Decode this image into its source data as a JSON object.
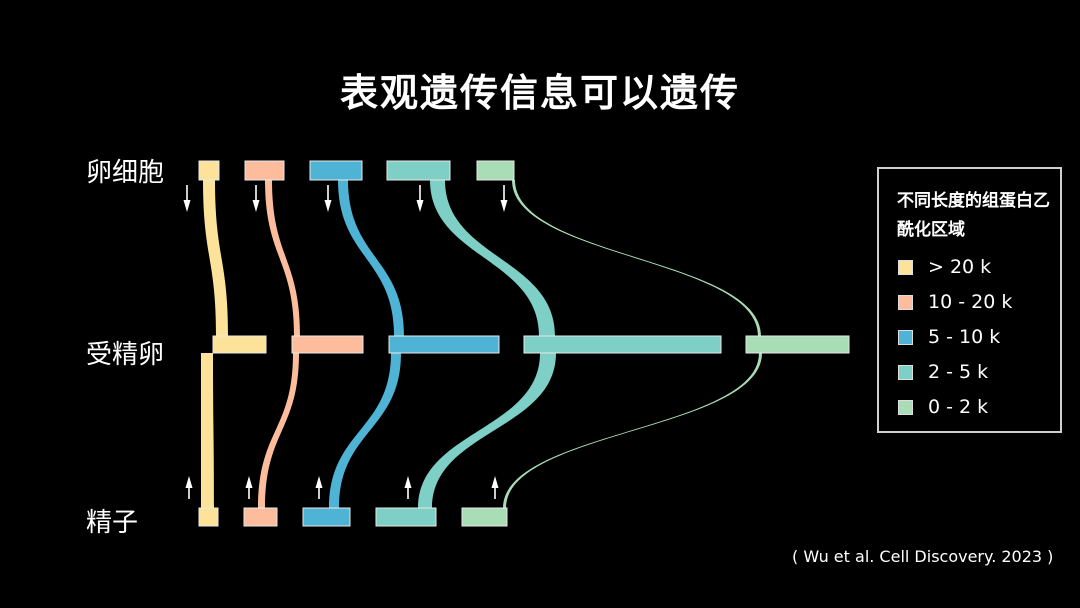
{
  "title": "表观遗传信息可以遗传",
  "rows": {
    "oocyte": "卵细胞",
    "zygote": "受精卵",
    "sperm": "精子"
  },
  "legend": {
    "title": "不同长度的组蛋白乙酰化区域",
    "items": [
      {
        "label": "> 20 k",
        "color": "#fde39a"
      },
      {
        "label": "10 - 20 k",
        "color": "#fdbc9b"
      },
      {
        "label": "5 - 10 k",
        "color": "#4fb3d5"
      },
      {
        "label": "2 - 5 k",
        "color": "#7ecfc6"
      },
      {
        "label": "0 - 2 k",
        "color": "#a8ddb6"
      }
    ]
  },
  "categories": [
    {
      "name": "> 20 k",
      "color": "#fde39a",
      "relative_abundance": {
        "oocyte": 1,
        "zygote": 2.6,
        "sperm": 1
      }
    },
    {
      "name": "10 - 20 k",
      "color": "#fdbc9b",
      "relative_abundance": {
        "oocyte": 2,
        "zygote": 3.5,
        "sperm": 1.7
      }
    },
    {
      "name": "5 - 10 k",
      "color": "#4fb3d5",
      "relative_abundance": {
        "oocyte": 2.6,
        "zygote": 5.5,
        "sperm": 2.4
      }
    },
    {
      "name": "2 - 5 k",
      "color": "#7ecfc6",
      "relative_abundance": {
        "oocyte": 3.2,
        "zygote": 9.9,
        "sperm": 3
      }
    },
    {
      "name": "0 - 2 k",
      "color": "#a8ddb6",
      "relative_abundance": {
        "oocyte": 1.9,
        "zygote": 5.2,
        "sperm": 2.3
      }
    }
  ],
  "arrows": {
    "oocyte_direction": "down",
    "sperm_direction": "up"
  },
  "citation": "( Wu et al. Cell Discovery. 2023 )"
}
